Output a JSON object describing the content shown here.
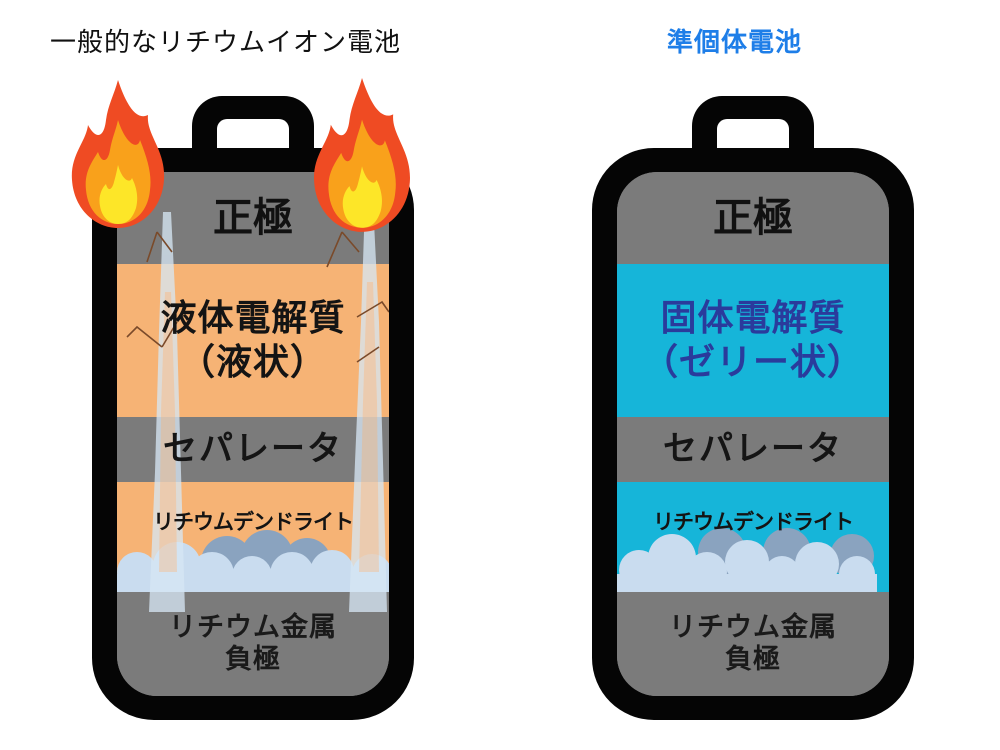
{
  "titles": {
    "left": "一般的なリチウムイオン電池",
    "right": "準個体電池",
    "right_color": "#1e7ee8"
  },
  "batteries": [
    {
      "id": "conventional",
      "layers": {
        "cathode": "正極",
        "electrolyte_line1": "液体電解質",
        "electrolyte_line2": "（液状）",
        "separator": "セパレータ",
        "dendrite": "リチウムデンドライト",
        "anode_line1": "リチウム金属",
        "anode_line2": "負極"
      },
      "electrolyte_color": "#f6b375",
      "hazard_icons": [
        "fire-icon",
        "fire-icon",
        "smoke-plume",
        "smoke-plume",
        "crack-lines"
      ]
    },
    {
      "id": "semi-solid",
      "layers": {
        "cathode": "正極",
        "electrolyte_line1": "固体電解質",
        "electrolyte_line2": "（ゼリー状）",
        "separator": "セパレータ",
        "dendrite": "リチウムデンドライト",
        "anode_line1": "リチウム金属",
        "anode_line2": "負極"
      },
      "electrolyte_color": "#16b5d9",
      "electrolyte_text_color": "#2a3b9c"
    }
  ],
  "colors": {
    "casing": "#050505",
    "gray_layer": "#7b7b7b",
    "cloud_light": "#c9dcef",
    "cloud_dark": "#8aa3bf"
  }
}
